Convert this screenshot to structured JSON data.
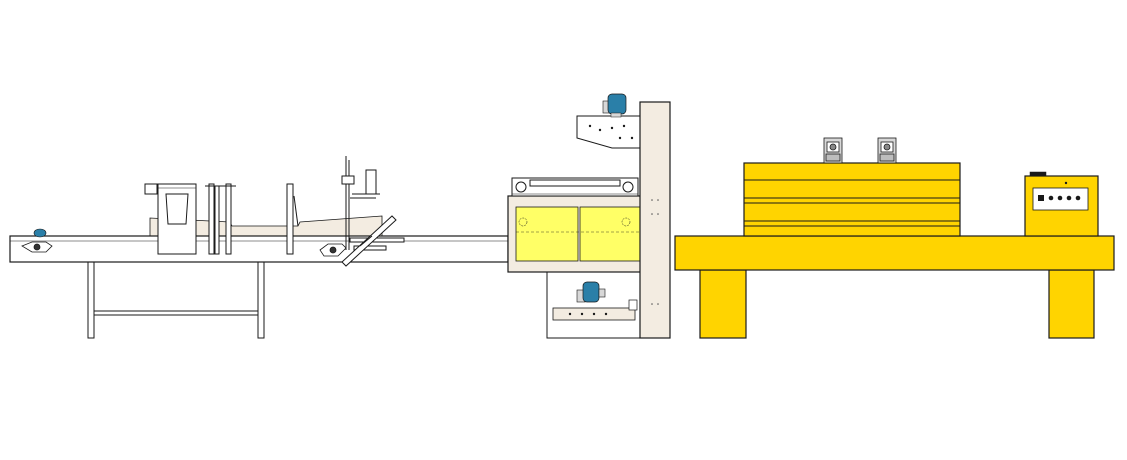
{
  "diagram": {
    "colors": {
      "background": "#ffffff",
      "outline": "#1a1a1a",
      "cream": "#f3ece1",
      "film_window": "#ffff66",
      "tunnel_yellow": "#ffd400",
      "motor_blue": "#2a7fa8",
      "motor_grey": "#d8d8d8",
      "rail_grey": "#bdbdbd"
    },
    "sections": [
      {
        "id": "infeed-conveyor"
      },
      {
        "id": "film-wrapping-station"
      },
      {
        "id": "shrink-tunnel"
      }
    ]
  }
}
